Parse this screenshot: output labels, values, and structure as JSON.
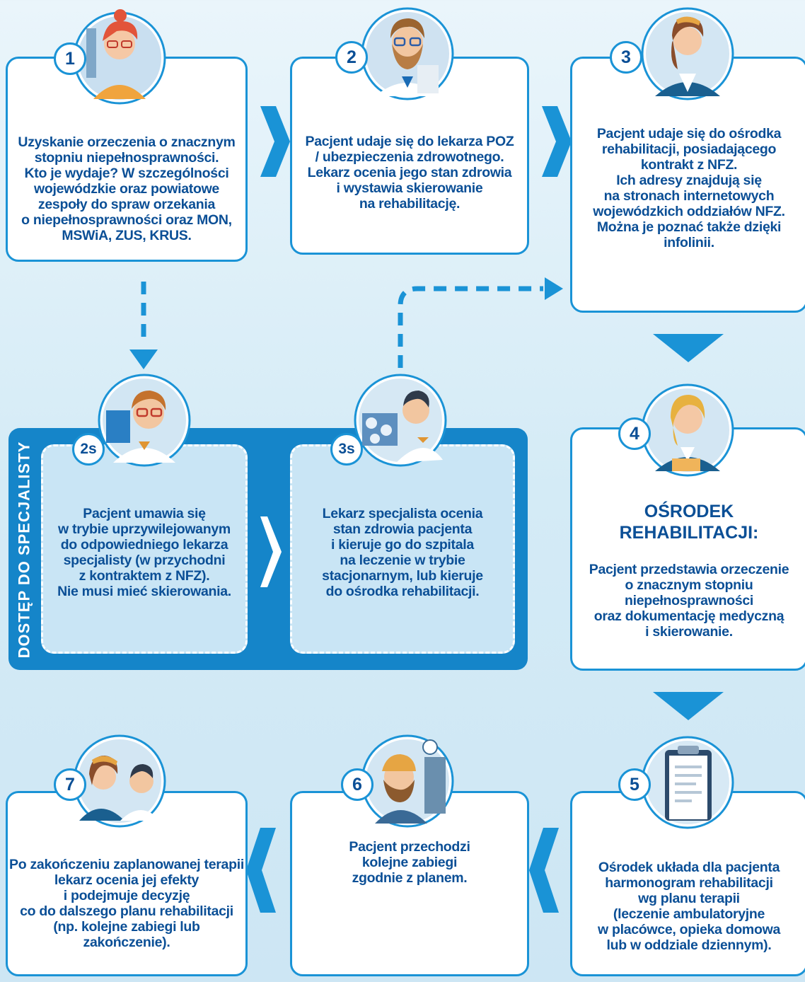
{
  "steps": [
    {
      "id": "1",
      "text": "Uzyskanie orzeczenia o znacznym\nstopniu niepełnosprawności.\nKto je wydaje? W szczególności\nwojewódzkie oraz powiatowe\nzespoły do spraw orzekania\no niepełnosprawności oraz MON,\nMSWiA, ZUS, KRUS."
    },
    {
      "id": "2",
      "text": "Pacjent udaje się do lekarza POZ\n/ ubezpieczenia zdrowotnego.\nLekarz ocenia jego stan zdrowia\ni wystawia skierowanie\nna rehabilitację."
    },
    {
      "id": "3",
      "text": "Pacjent udaje się do ośrodka\nrehabilitacji, posiadającego\nkontrakt z NFZ.\nIch adresy znajdują się\nna stronach internetowych\nwojewódzkich oddziałów NFZ.\nMożna je poznać także dzięki\ninfolinii."
    },
    {
      "id": "2s",
      "text": "Pacjent umawia się\nw trybie uprzywilejowanym\ndo odpowiedniego lekarza\nspecjalisty (w przychodni\nz kontraktem z NFZ).\nNie musi mieć skierowania."
    },
    {
      "id": "3s",
      "text": "Lekarz specjalista ocenia\nstan zdrowia pacjenta\ni kieruje go do szpitala\nna leczenie w trybie\nstacjonarnym, lub kieruje\ndo ośrodka rehabilitacji."
    },
    {
      "id": "4",
      "title": "OŚRODEK\nREHABILITACJI:",
      "text": "Pacjent przedstawia orzeczenie\no znacznym stopniu\nniepełnosprawności\noraz dokumentację medyczną\ni skierowanie."
    },
    {
      "id": "5",
      "text": "Ośrodek układa dla pacjenta\nharmonogram rehabilitacji\nwg planu terapii\n(leczenie ambulatoryjne\nw placówce, opieka domowa\nlub w oddziale dziennym)."
    },
    {
      "id": "6",
      "text": "Pacjent przechodzi\nkolejne zabiegi\nzgodnie z planem."
    },
    {
      "id": "7",
      "text": "Po zakończeniu zaplanowanej terapii\nlekarz ocenia jej efekty\ni podejmuje decyzję\nco do dalszego planu rehabilitacji\n(np. kolejne zabiegi lub\nzakończenie)."
    }
  ],
  "specialist_panel": {
    "label": "DOSTĘP DO SPECJALISTY"
  },
  "colors": {
    "primary": "#1a93d6",
    "text": "#0b4f96",
    "panel": "#1585c9",
    "box_light": "#c9e5f5",
    "background": "#e3f1f9"
  },
  "icons": [
    "doctor-portrait-1",
    "doctor-portrait-2",
    "doctor-portrait-3",
    "doctor-portrait-2s",
    "doctor-portrait-3s",
    "receptionist-portrait-4",
    "clipboard-document-5",
    "patient-portrait-6",
    "doctor-patient-portrait-7"
  ]
}
